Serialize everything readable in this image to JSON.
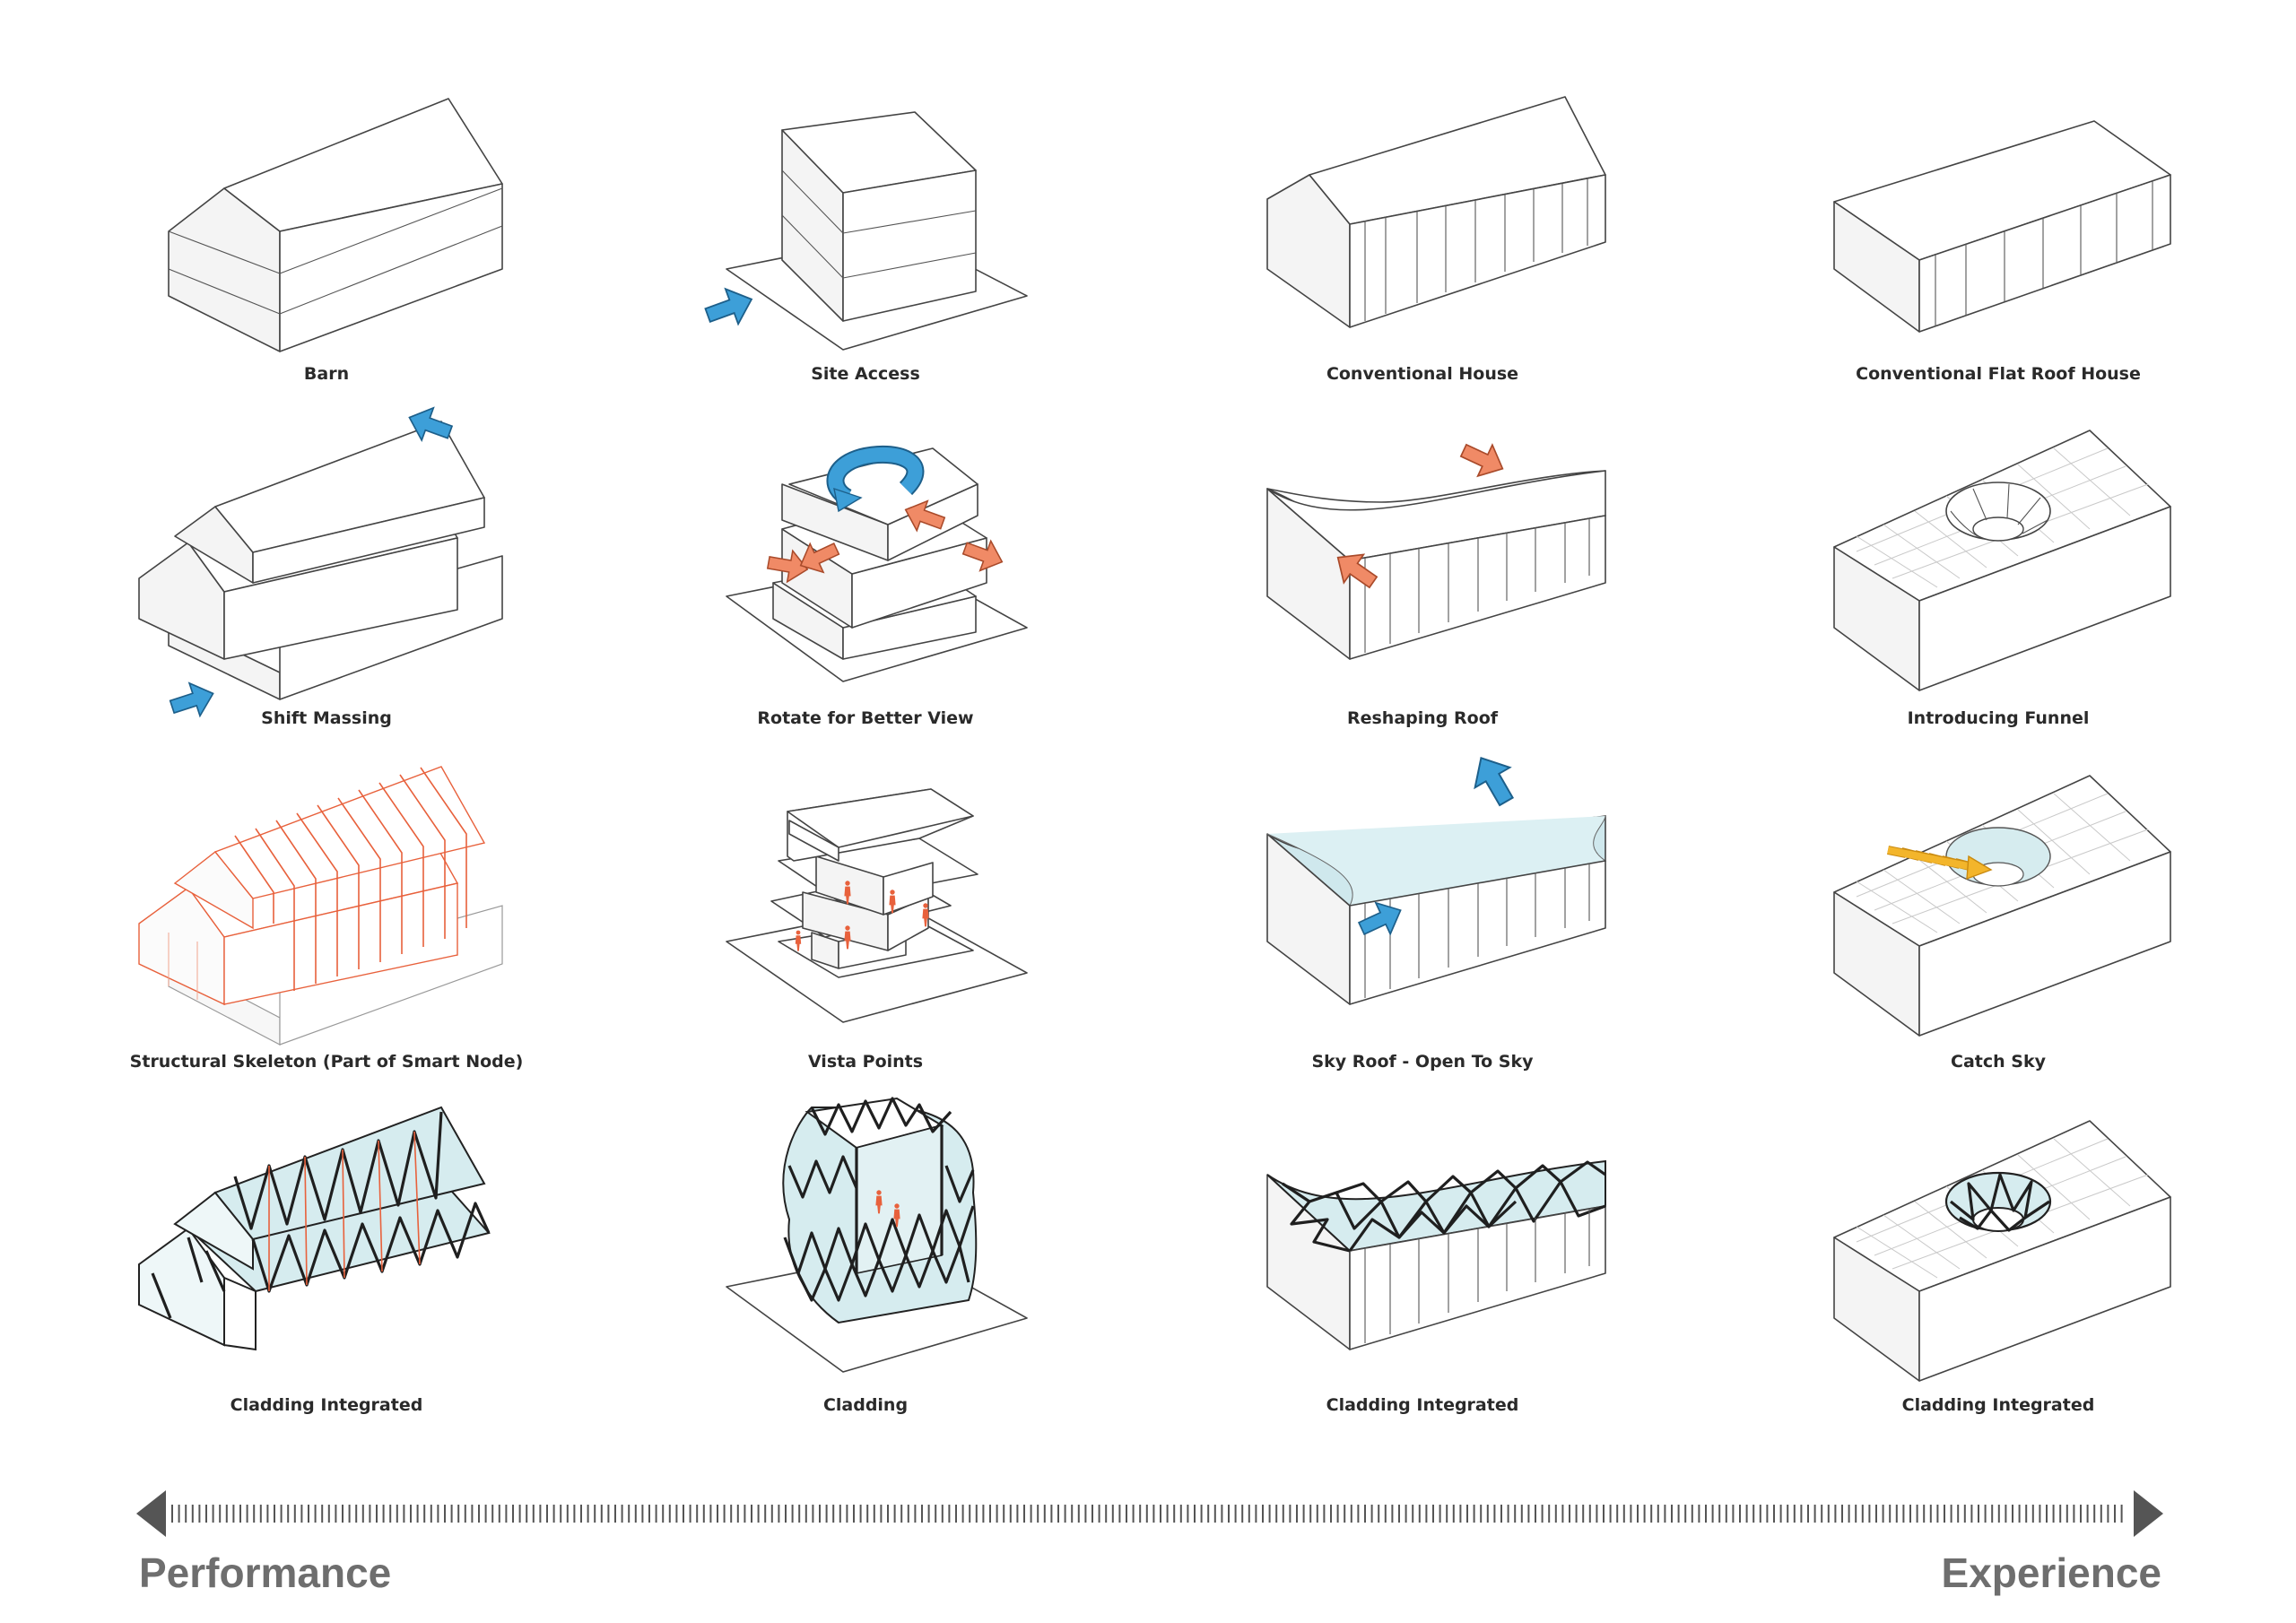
{
  "diagrams": [
    {
      "label": "Barn"
    },
    {
      "label": "Site Access"
    },
    {
      "label": "Conventional House"
    },
    {
      "label": "Conventional Flat Roof House"
    },
    {
      "label": "Shift Massing"
    },
    {
      "label": "Rotate for Better View"
    },
    {
      "label": "Reshaping Roof"
    },
    {
      "label": "Introducing Funnel"
    },
    {
      "label": "Structural Skeleton (Part of Smart Node)"
    },
    {
      "label": "Vista Points"
    },
    {
      "label": "Sky Roof - Open To Sky"
    },
    {
      "label": "Catch Sky"
    },
    {
      "label": "Cladding Integrated"
    },
    {
      "label": "Cladding"
    },
    {
      "label": "Cladding Integrated"
    },
    {
      "label": "Cladding Integrated"
    }
  ],
  "scale": {
    "left_label": "Performance",
    "right_label": "Experience"
  },
  "colors": {
    "blue_arrow": "#3d9fd8",
    "orange_arrow": "#f08a66",
    "yellow_arrow": "#f3b52b",
    "structure_red": "#e8613c",
    "glass": "#d6ecef",
    "axis": "#6e6e6e"
  }
}
